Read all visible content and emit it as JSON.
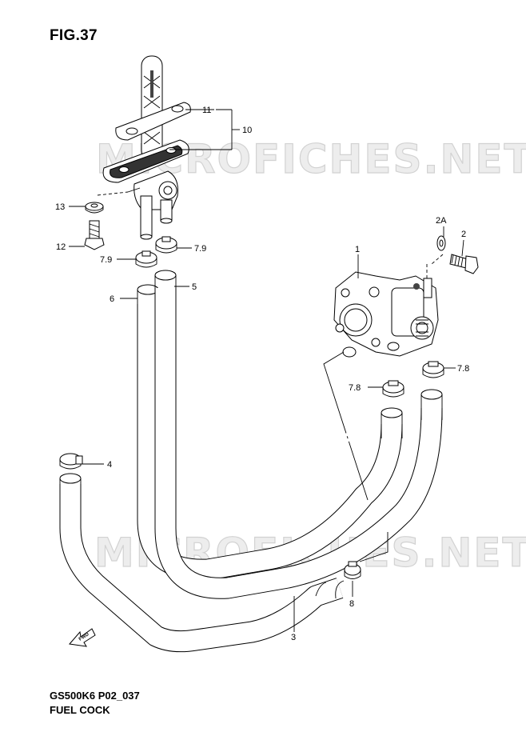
{
  "figure": {
    "title": "FIG.37",
    "code": "GS500K6 P02_037",
    "name": "FUEL COCK"
  },
  "watermark": {
    "text": "MICROFICHES.NET"
  },
  "fwd_arrow": {
    "text": "FWD"
  },
  "callouts": [
    {
      "id": "11",
      "label": "11"
    },
    {
      "id": "10",
      "label": "10"
    },
    {
      "id": "13",
      "label": "13"
    },
    {
      "id": "12",
      "label": "12"
    },
    {
      "id": "7.9-left",
      "label": "7.9"
    },
    {
      "id": "7.9-right",
      "label": "7.9"
    },
    {
      "id": "5",
      "label": "5"
    },
    {
      "id": "6",
      "label": "6"
    },
    {
      "id": "2A",
      "label": "2A"
    },
    {
      "id": "2",
      "label": "2"
    },
    {
      "id": "1",
      "label": "1"
    },
    {
      "id": "7.8-right",
      "label": "7.8"
    },
    {
      "id": "7.8-left",
      "label": "7.8"
    },
    {
      "id": "4",
      "label": "4"
    },
    {
      "id": "8",
      "label": "8"
    },
    {
      "id": "3",
      "label": "3"
    }
  ],
  "icons": [
    "fuel-cock-valve",
    "vacuum-pump",
    "hose-clamp",
    "bolt",
    "washer",
    "fuel-hose",
    "fwd-arrow-icon"
  ]
}
